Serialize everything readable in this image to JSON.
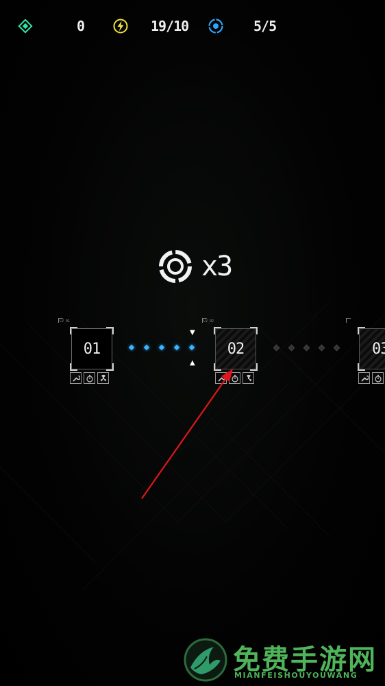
{
  "hud": {
    "gems": {
      "icon": "diamond-icon",
      "value": "0",
      "color": "#2fe6a6"
    },
    "energy": {
      "icon": "lightning-icon",
      "value": "19/10",
      "color": "#f2e23a"
    },
    "targets": {
      "icon": "target-icon",
      "value": "5/5",
      "color": "#2aa8ff"
    }
  },
  "multiplier": {
    "icon": "ring-target-icon",
    "label": "x3"
  },
  "levels": [
    {
      "number": "01",
      "state": "unlocked",
      "completed_steps": 5,
      "total_steps": 5
    },
    {
      "number": "02",
      "state": "locked",
      "completed_steps": 0,
      "total_steps": 5
    },
    {
      "number": "03",
      "state": "locked"
    }
  ],
  "level_badges": [
    "wrench-icon",
    "stopwatch-icon",
    "radiation-icon"
  ],
  "colors": {
    "active_dot": "#3fb3ff",
    "annotation_arrow": "#e0161c",
    "watermark": "#4fb45a"
  },
  "watermark": {
    "title": "免费手游网",
    "subtitle": "MIANFEISHOUYOUWANG"
  }
}
